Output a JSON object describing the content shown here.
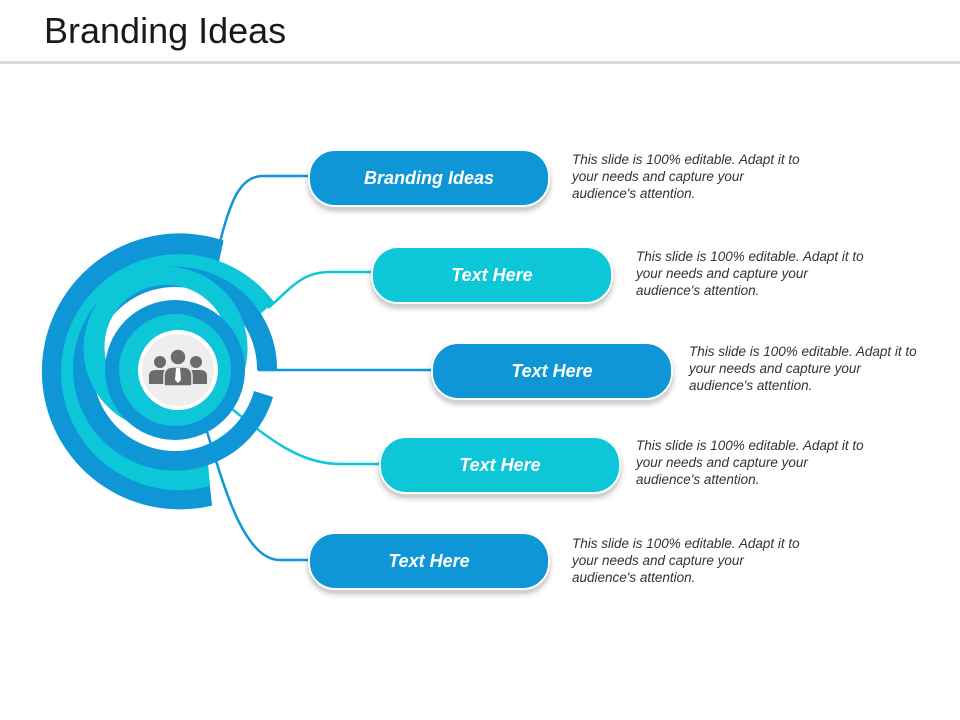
{
  "title": "Branding Ideas",
  "center_icon": "team-people-icon",
  "colors": {
    "dark_blue": "#0e96d6",
    "light_cyan": "#0dc6d8",
    "title_rule": "#d9d9d9"
  },
  "items": [
    {
      "label": "Branding Ideas",
      "description": "This slide is 100% editable. Adapt it to your needs and capture your audience's attention."
    },
    {
      "label": "Text Here",
      "description": "This slide is 100% editable. Adapt it to your needs and capture your audience's attention."
    },
    {
      "label": "Text Here",
      "description": "This slide is 100% editable. Adapt it to your needs and capture your audience's attention."
    },
    {
      "label": "Text Here",
      "description": "This slide is 100% editable. Adapt it to your needs and capture your audience's attention."
    },
    {
      "label": "Text Here",
      "description": "This slide is 100% editable. Adapt it to your needs and capture your audience's attention."
    }
  ]
}
